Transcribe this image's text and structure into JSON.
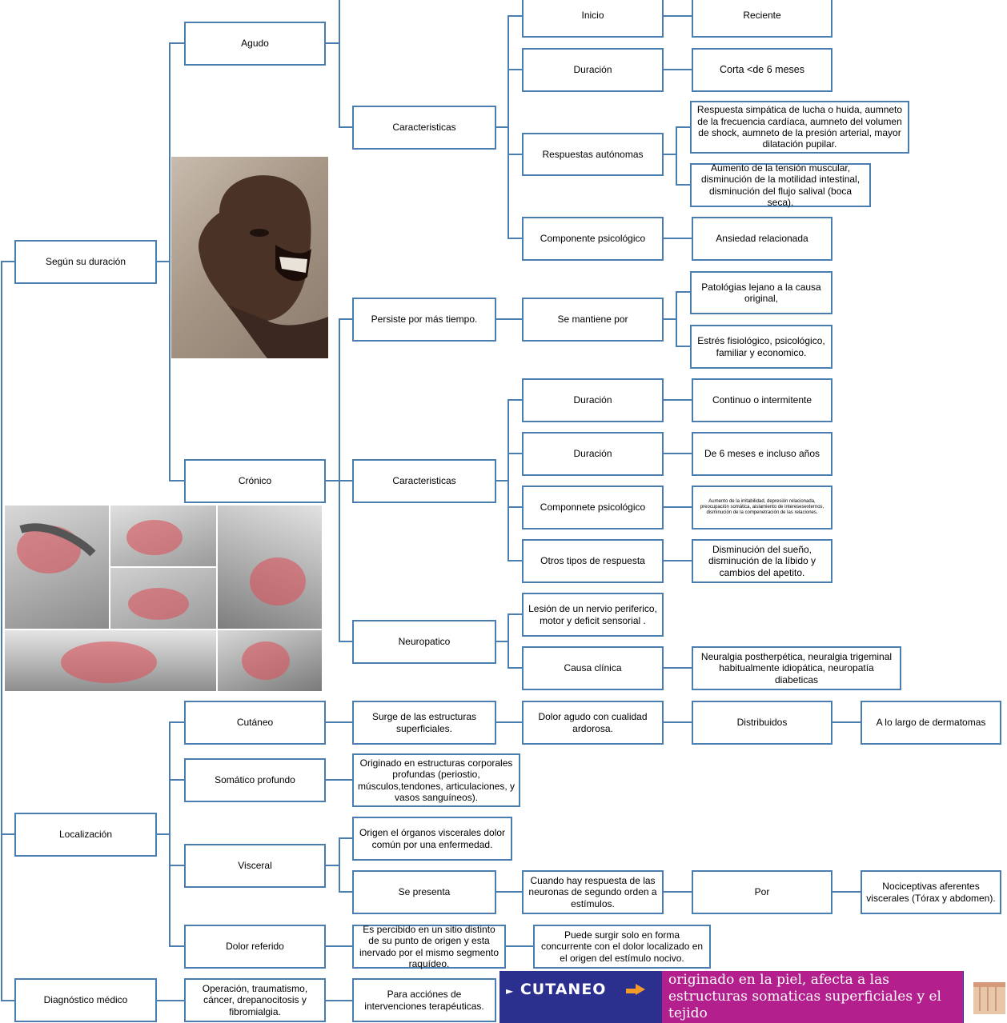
{
  "nodes": {
    "segun_duracion": "Según su duración",
    "agudo": "Agudo",
    "caracteristicas_agudo": "Caracteristicas",
    "inicio": "Inicio",
    "reciente": "Reciente",
    "duracion_agudo": "Duración",
    "corta": "Corta <de 6 meses",
    "respuestas_autonomas": "Respuestas autónomas",
    "resp_simpatica": "Respuesta simpática de lucha o huida, aumneto de la frecuencia cardíaca, aumneto del volumen de shock, aumneto de la presión arterial, mayor dilatación pupilar.",
    "aumento_tension": "Aumento de la tensión muscular, disminución de la motilidad intestinal, disminución del flujo salival (boca seca).",
    "componente_psicologico": "Componente psicológico",
    "ansiedad": "Ansiedad relacionada",
    "cronico": "Crónico",
    "persiste": "Persiste por más tiempo.",
    "se_mantiene": "Se mantiene por",
    "patologias": "Patológias lejano a la causa original,",
    "estres": "Estrés fisiológico, psicológico, familiar y economico.",
    "caracteristicas_cronico": "Caracteristicas",
    "duracion_cronico_1": "Duración",
    "continuo": "Continuo o intermitente",
    "duracion_cronico_2": "Duración",
    "seis_meses": "De 6 meses e incluso años",
    "componnete_psicologico": "Componnete psicológico",
    "aumento_irritabilidad": "Aumento de la irritabilidad, depresión relacionada, preocupación somática, aislamiento de interesesexternos, disminución de la compenetración de las relaciones.",
    "otros_tipos": "Otros tipos de respuesta",
    "disminucion_sueno": "Disminución del sueño, disminución de la líbido y cambios del apetito.",
    "neuropatico": "Neuropatico",
    "lesion_nervio": "Lesión de un nervio periferico, motor y deficit sensorial .",
    "causa_clinica": "Causa clínica",
    "neuralgia": "Neuralgia postherpética, neuralgia trigeminal habitualmente idiopática, neuropatía diabeticas",
    "localizacion": "Localización",
    "cutaneo": "Cutáneo",
    "surge": "Surge de las estructuras superficiales.",
    "dolor_agudo": "Dolor agudo con cualidad ardorosa.",
    "distribuidos": "Distribuidos",
    "dermatomas": "A lo largo de dermatomas",
    "somatico": "Somático profundo",
    "originado_estructuras": "Originado en estructuras corporales profundas (periostio, músculos,tendones, articulaciones, y vasos sanguíneos).",
    "visceral": "Visceral",
    "origen_organos": "Origen el órganos viscerales dolor común por una enfermedad.",
    "se_presenta": "Se presenta",
    "cuando_hay": "Cuando hay respuesta de las neuronas de segundo orden a estímulos.",
    "por": "Por",
    "nociceptivas": "Nociceptivas aferentes viscerales (Tórax y abdomen).",
    "dolor_referido": "Dolor referido",
    "es_percibido": "Es percibido en un sitio distinto de su punto de origen y esta inervado por el mismo segmento raquídeo.",
    "puede_surgir": "Puede surgir solo en forma concurrente con el dolor localizado en el origen del estímulo nocivo.",
    "diagnostico": "Diagnóstico médico",
    "operacion": "Operación, traumatismo, cáncer, drepanocitosis y fibromialgia.",
    "para_acciones": "Para acciónes de intervenciones terapéuticas."
  },
  "banner": {
    "label": "CUTANEO",
    "text": "originado en la piel, afecta a las estructuras somaticas superficiales y el tejido"
  },
  "colors": {
    "box_border": "#4a7eb1",
    "banner_bg": "#2b2f8e",
    "banner_text_bg": "#b3208e",
    "arrow": "#f39a2a"
  }
}
